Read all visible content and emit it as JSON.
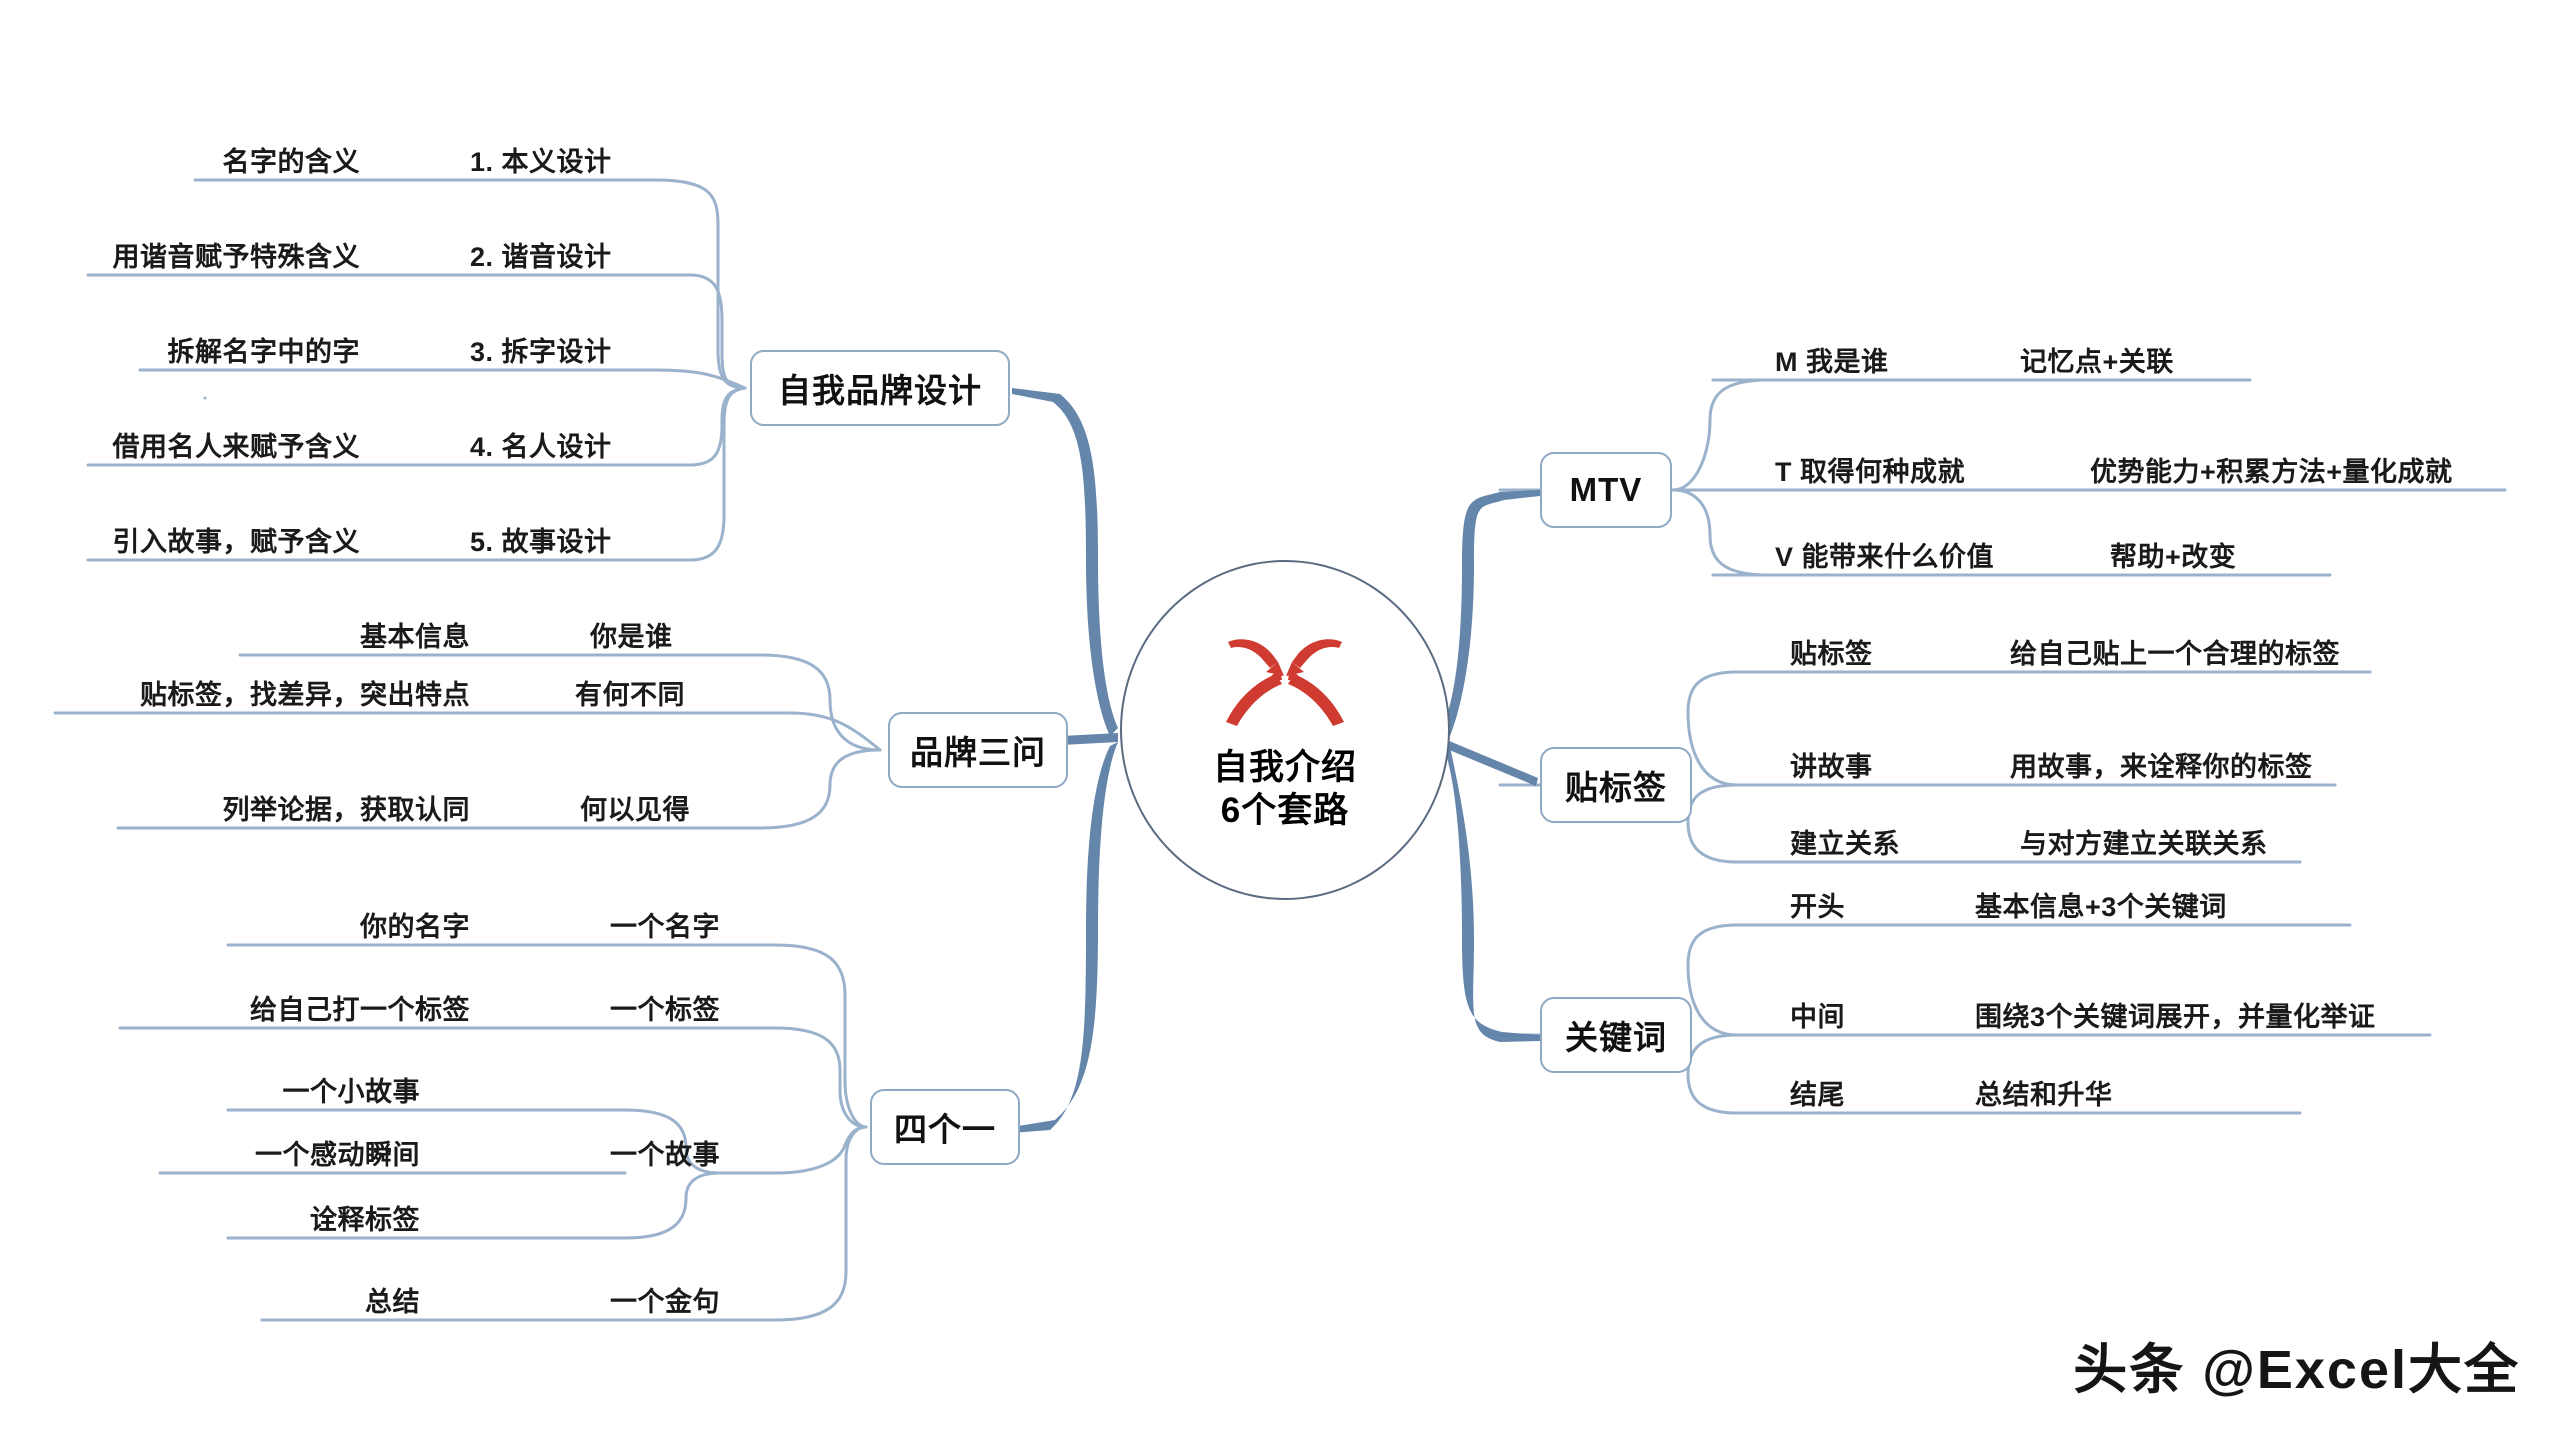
{
  "center": {
    "title_line1": "自我介绍",
    "title_line2": "6个套路",
    "icon": "four-arrows-converge-icon",
    "icon_color": "#cf3b30",
    "border_color": "#5a6b80"
  },
  "theme": {
    "trunk_color": "#5d7fa6",
    "wire_color": "#9ab2cb",
    "node_border": "#8fa9c4",
    "text_color": "#1a1a1a",
    "background": "#ffffff"
  },
  "watermark": "头条 @Excel大全",
  "left_branches": [
    {
      "id": "self-brand-design",
      "label": "自我品牌设计",
      "leaves": [
        {
          "label": "1. 本义设计",
          "detail": "名字的含义"
        },
        {
          "label": "2. 谐音设计",
          "detail": "用谐音赋予特殊含义"
        },
        {
          "label": "3. 拆字设计",
          "detail": "拆解名字中的字"
        },
        {
          "label": "4. 名人设计",
          "detail": "借用名人来赋予含义"
        },
        {
          "label": "5. 故事设计",
          "detail": "引入故事，赋予含义"
        }
      ]
    },
    {
      "id": "brand-three-questions",
      "label": "品牌三问",
      "leaves": [
        {
          "label": "你是谁",
          "detail": "基本信息"
        },
        {
          "label": "有何不同",
          "detail": "贴标签，找差异，突出特点"
        },
        {
          "label": "何以见得",
          "detail": "列举论据，获取认同"
        }
      ]
    },
    {
      "id": "four-ones",
      "label": "四个一",
      "leaves": [
        {
          "label": "一个名字",
          "detail": "你的名字"
        },
        {
          "label": "一个标签",
          "detail": "给自己打一个标签"
        },
        {
          "label": "一个故事",
          "detail": "一个小故事",
          "detail2": "一个感动瞬间",
          "detail3": "诠释标签"
        },
        {
          "label": "一个金句",
          "detail": "总结"
        }
      ]
    }
  ],
  "right_branches": [
    {
      "id": "mtv",
      "label": "MTV",
      "leaves": [
        {
          "label": "M 我是谁",
          "detail": "记忆点+关联"
        },
        {
          "label": "T 取得何种成就",
          "detail": "优势能力+积累方法+量化成就"
        },
        {
          "label": "V 能带来什么价值",
          "detail": "帮助+改变"
        }
      ]
    },
    {
      "id": "tag-label",
      "label": "贴标签",
      "leaves": [
        {
          "label": "贴标签",
          "detail": "给自己贴上一个合理的标签"
        },
        {
          "label": "讲故事",
          "detail": "用故事，来诠释你的标签"
        },
        {
          "label": "建立关系",
          "detail": "与对方建立关联关系"
        }
      ]
    },
    {
      "id": "keywords",
      "label": "关键词",
      "leaves": [
        {
          "label": "开头",
          "detail": "基本信息+3个关键词"
        },
        {
          "label": "中间",
          "detail": "围绕3个关键词展开，并量化举证"
        },
        {
          "label": "结尾",
          "detail": "总结和升华"
        }
      ]
    }
  ]
}
